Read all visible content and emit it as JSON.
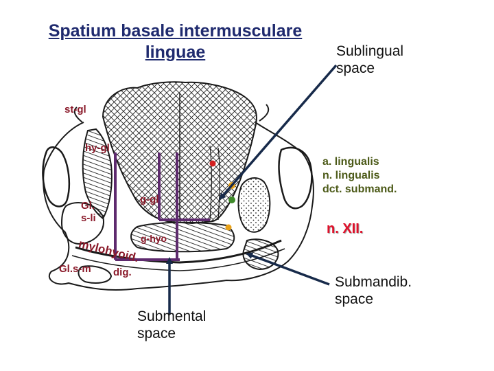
{
  "title": {
    "line1": "Spatium basale intermusculare",
    "line2": "linguae"
  },
  "labels": {
    "sublingual_line1": "Sublingual",
    "sublingual_line2": "space",
    "st_gl": "st-gl",
    "hy_gl": "hy-gl",
    "g_gl": "g-gl",
    "gl_s_li_1": "Gl.",
    "gl_s_li_2": "s-li",
    "g_hyo": "g-hyo",
    "mylohyoid_1": "mylohyoid.",
    "dig": "dig.",
    "gl_s_m": "Gl.s-m",
    "submental_line1": "Submental",
    "submental_line2": "space",
    "a_lingualis": "a. lingualis",
    "n_lingualis": "n. lingualis",
    "dct_submand": "dct. submand.",
    "n_xii": "n. XII.",
    "submandib_line1": "Submandib.",
    "submandib_line2": "space"
  },
  "colors": {
    "title": "#1f2a6e",
    "arrow": "#172a4a",
    "bracket": "#5e2a6e",
    "muscle_label": "#8a1a2a",
    "vessel_label": "#4c5a18",
    "nerve_label": "#e0102a",
    "dot_red": "#d42020",
    "dot_orange": "#e8a21a",
    "dot_green": "#3e8a2a"
  },
  "icons": [
    "anatomical-section-drawing",
    "arrow-sublingual",
    "arrow-submental",
    "arrow-submandibular"
  ]
}
